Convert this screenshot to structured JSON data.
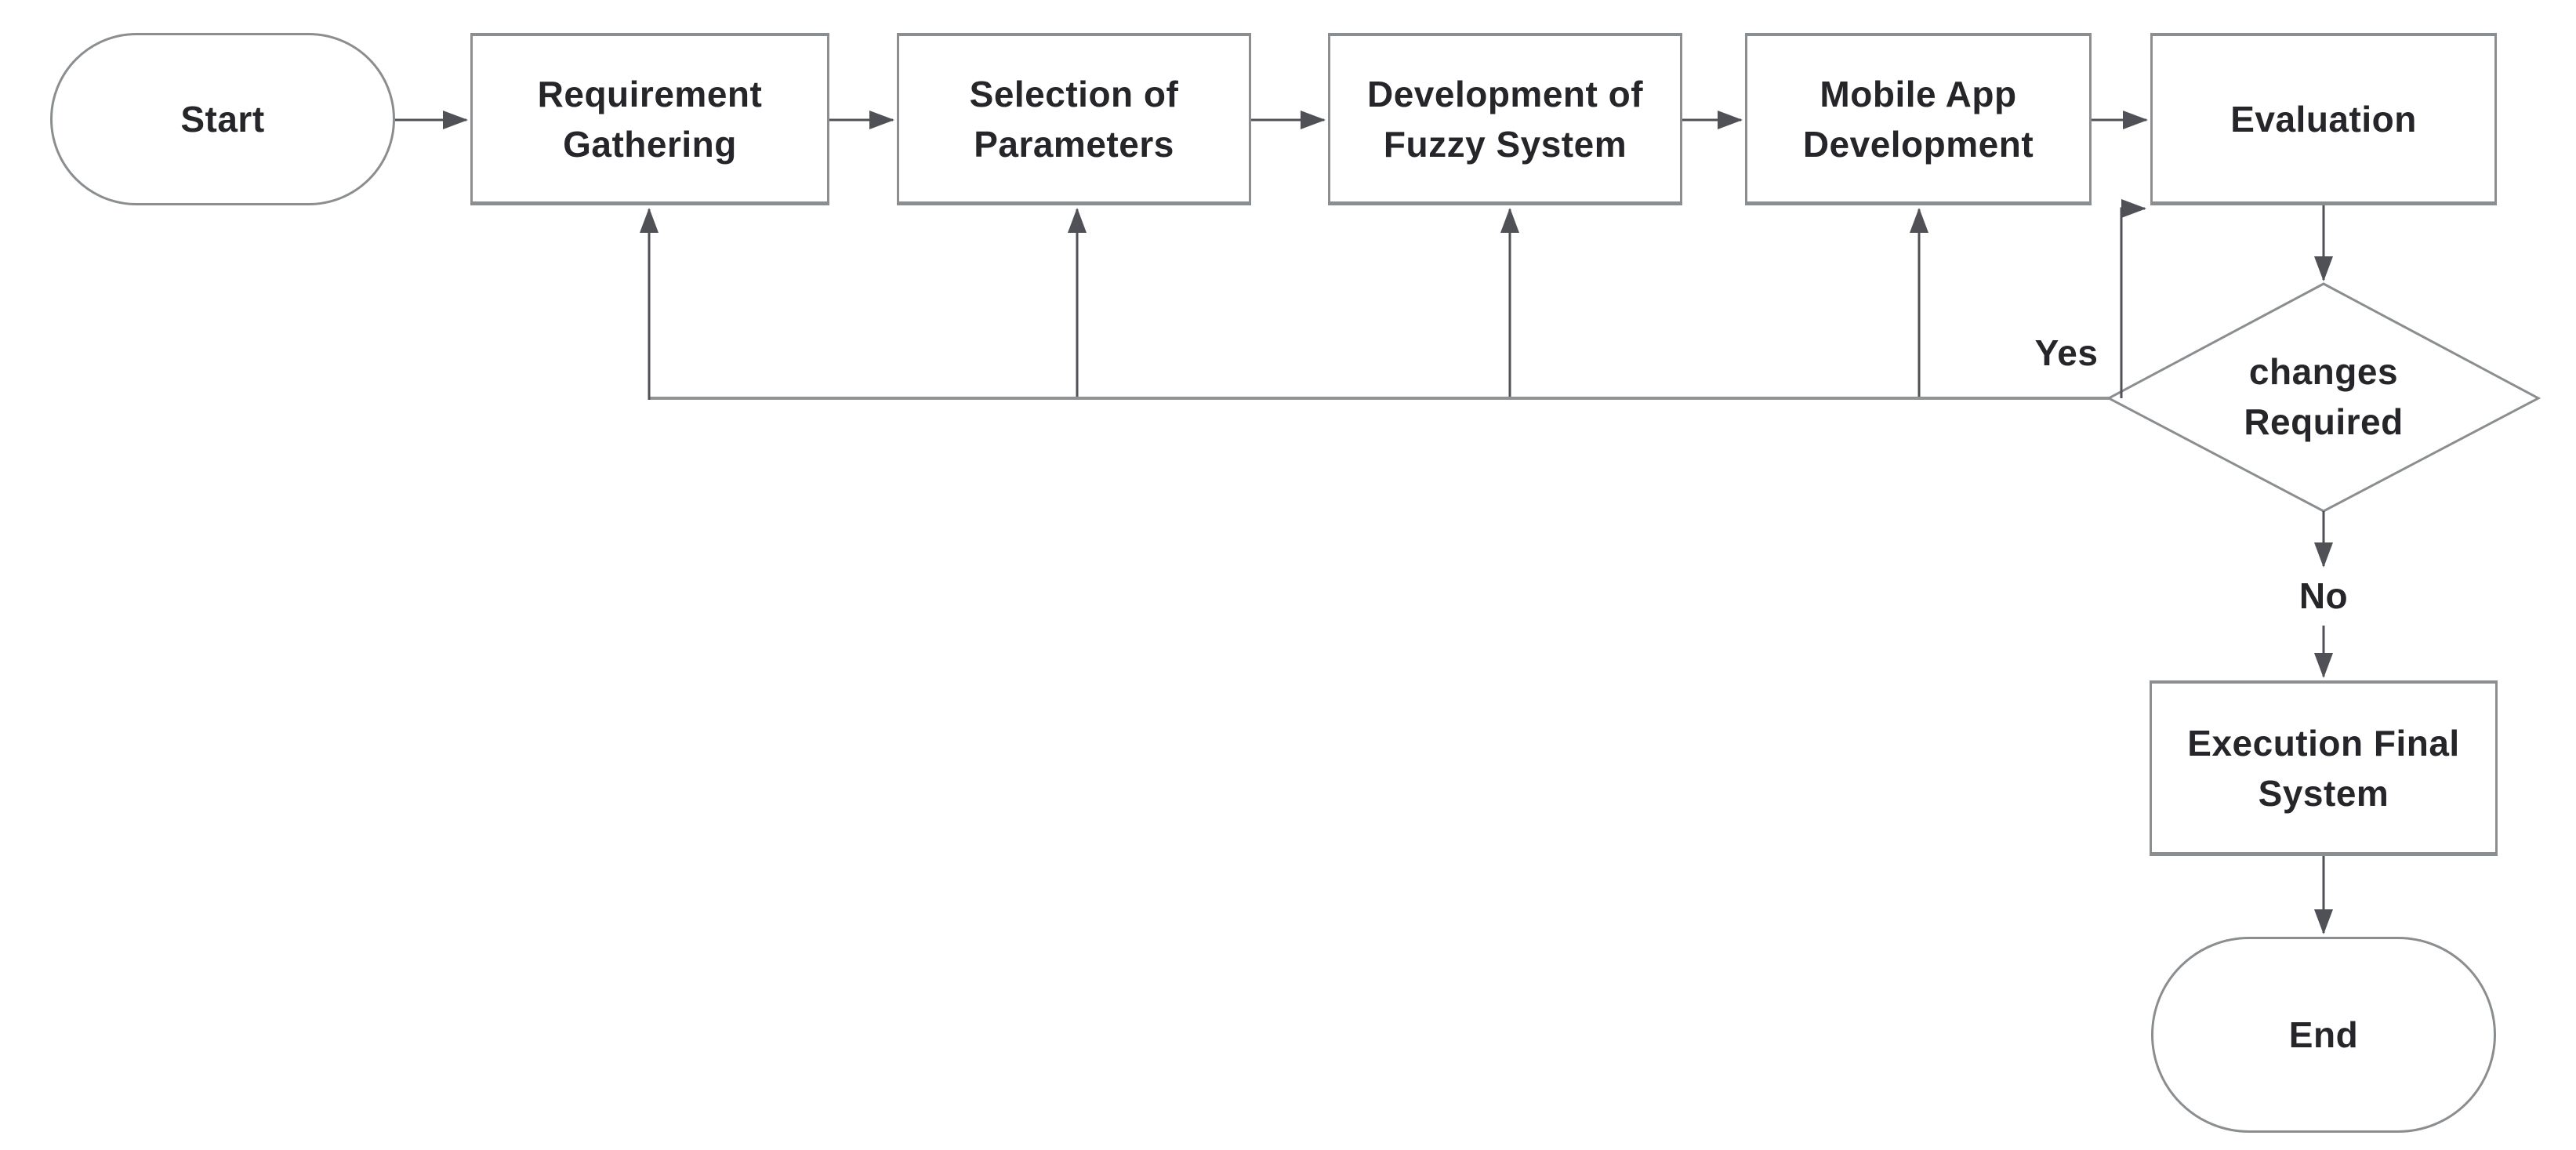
{
  "diagram": {
    "colors": {
      "background": "#ffffff",
      "shape_border": "#8a8e90",
      "connector": "#505157",
      "feedback_line": "#8f9394",
      "text": "#26262a"
    },
    "nodes": {
      "start": {
        "label": "Start",
        "shape": "terminator"
      },
      "requirement_gathering": {
        "label": "Requirement Gathering",
        "shape": "process"
      },
      "selection_of_parameters": {
        "label": "Selection of Parameters",
        "shape": "process"
      },
      "development_of_fuzzy_system": {
        "label": "Development of Fuzzy System",
        "shape": "process"
      },
      "mobile_app_development": {
        "label": "Mobile App Development",
        "shape": "process"
      },
      "evaluation": {
        "label": "Evaluation",
        "shape": "process"
      },
      "changes_required": {
        "label": "changes Required",
        "shape": "decision"
      },
      "execution_final_system": {
        "label": "Execution Final System",
        "shape": "process"
      },
      "end": {
        "label": "End",
        "shape": "terminator"
      }
    },
    "edge_labels": {
      "yes": "Yes",
      "no": "No"
    }
  }
}
